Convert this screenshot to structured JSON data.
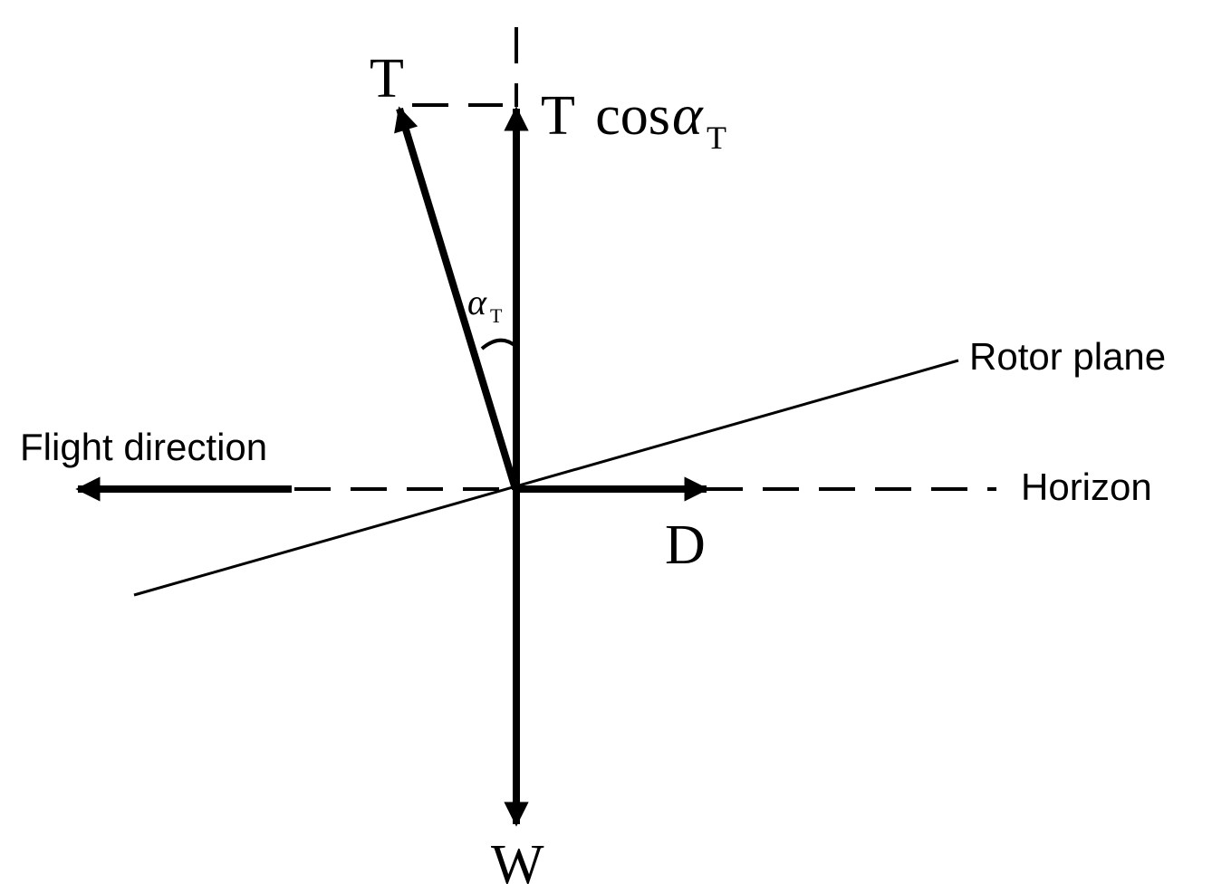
{
  "labels": {
    "thrust": "T",
    "thrust_vertical_T": "T",
    "thrust_vertical_cos": "cos",
    "alpha": "α",
    "alpha_subscript": "T",
    "angle_alpha": "α",
    "angle_subscript": "T",
    "rotor_plane": "Rotor plane",
    "flight_direction": "Flight direction",
    "horizon": "Horizon",
    "drag": "D",
    "weight": "W"
  },
  "colors": {
    "ink": "#000000",
    "background": "#ffffff"
  }
}
